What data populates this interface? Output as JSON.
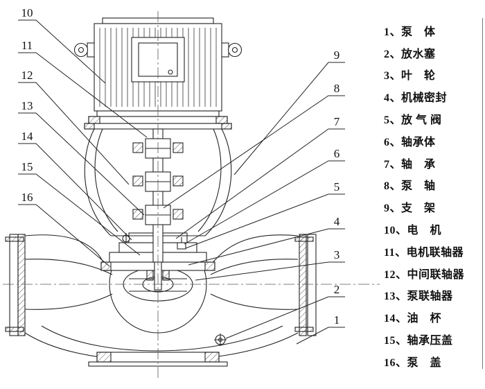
{
  "callouts": {
    "left": [
      "10",
      "11",
      "12",
      "13",
      "14",
      "15",
      "16"
    ],
    "right": [
      "9",
      "8",
      "7",
      "6",
      "5",
      "4",
      "3",
      "2",
      "1"
    ]
  },
  "legend": {
    "items": [
      "1、泵　体",
      "2、放水塞",
      "3、叶　轮",
      "4、机械密封",
      "5、放 气 阀",
      "6、轴承体",
      "7、轴　承",
      "8、泵　轴",
      "9、支　架",
      "10、电　机",
      "11、电机联轴器",
      "12、中间联轴器",
      "13、泵联轴器",
      "14、油　杯",
      "15、轴承压盖",
      "16、泵　盖"
    ]
  },
  "colors": {
    "line": "#222222",
    "background": "#ffffff"
  }
}
